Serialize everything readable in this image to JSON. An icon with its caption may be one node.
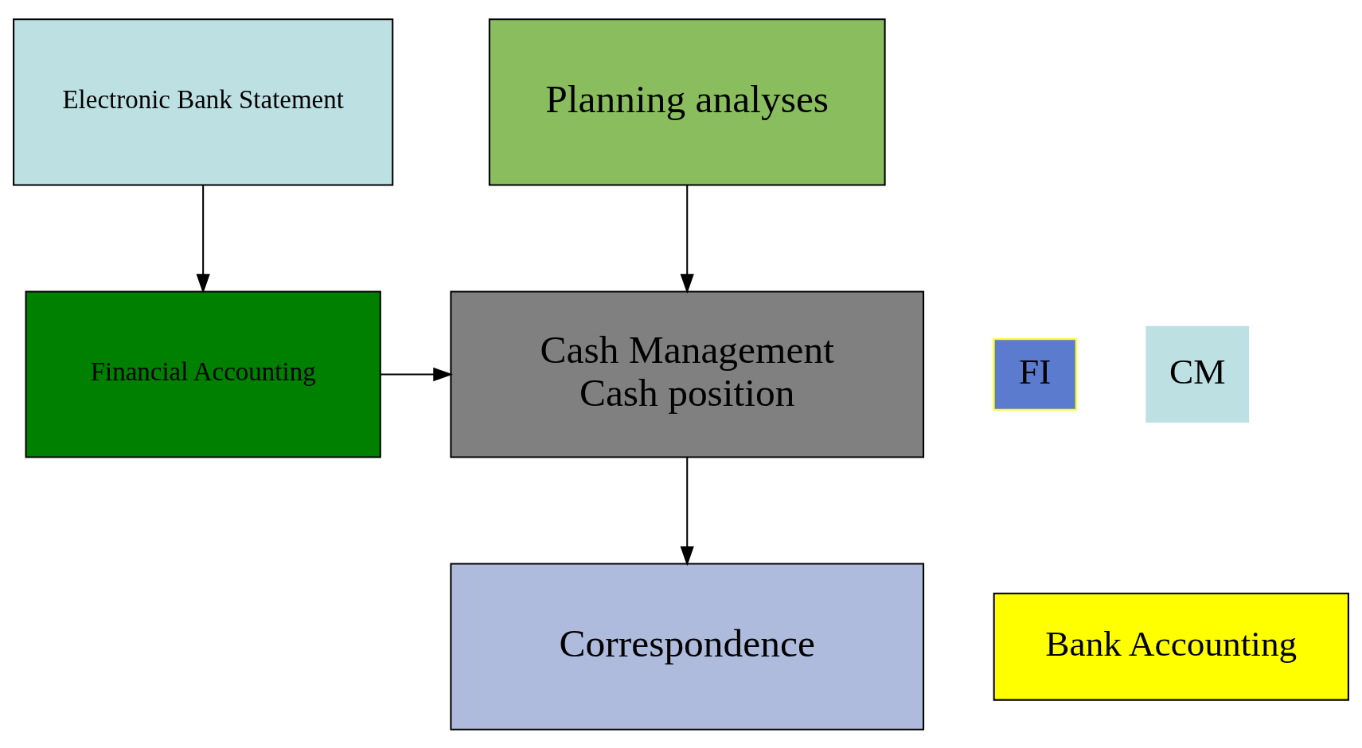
{
  "diagram": {
    "nodes": [
      {
        "text": [
          "Electronic Bank Statement"
        ]
      },
      {
        "text": [
          "FI"
        ]
      },
      {
        "text": [
          "Financial Accounting"
        ]
      },
      {
        "text": [
          "Bank Accounting"
        ]
      },
      {
        "text": [
          "CM"
        ]
      },
      {
        "text": [
          "Planning analyses"
        ]
      },
      {
        "text": [
          "Cash Management",
          "Cash position"
        ]
      },
      {
        "text": [
          "Correspondence"
        ]
      }
    ],
    "edges": [
      {
        "from": 0,
        "to": 2,
        "arrow": "to"
      },
      {
        "from": 2,
        "to": 6,
        "arrow": "to"
      },
      {
        "from": 5,
        "to": 6,
        "arrow": "to"
      },
      {
        "from": 6,
        "to": 7,
        "arrow": "to"
      }
    ]
  }
}
